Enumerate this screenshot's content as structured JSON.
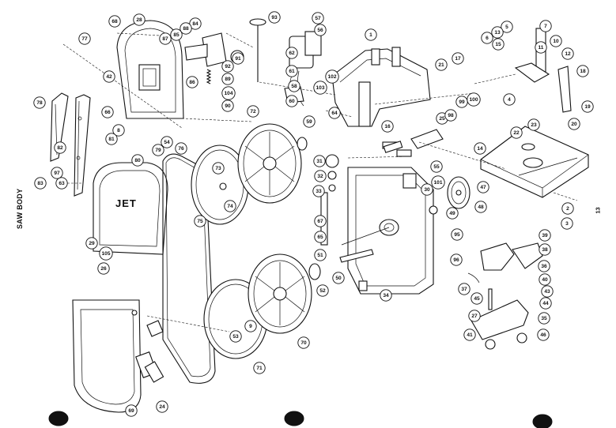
{
  "section_title": "SAW BODY",
  "page_number": "13",
  "brand_mark": "JET",
  "callouts": [
    "1",
    "2",
    "3",
    "4",
    "5",
    "6",
    "7",
    "8",
    "9",
    "10",
    "11",
    "12",
    "13",
    "14",
    "15",
    "16",
    "17",
    "18",
    "19",
    "20",
    "21",
    "22",
    "23",
    "24",
    "25",
    "26",
    "27",
    "28",
    "29",
    "30",
    "31",
    "32",
    "33",
    "34",
    "35",
    "36",
    "37",
    "38",
    "39",
    "40",
    "41",
    "42",
    "43",
    "44",
    "45",
    "46",
    "47",
    "48",
    "49",
    "50",
    "51",
    "52",
    "53",
    "54",
    "55",
    "56",
    "57",
    "58",
    "59",
    "60",
    "61",
    "62",
    "63",
    "64",
    "65",
    "66",
    "67",
    "68",
    "69",
    "70",
    "71",
    "72",
    "73",
    "74",
    "75",
    "76",
    "77",
    "78",
    "79",
    "80",
    "81",
    "82",
    "83",
    "84",
    "85",
    "86",
    "87",
    "88",
    "89",
    "90",
    "91",
    "92",
    "93",
    "95",
    "96",
    "97",
    "98",
    "99",
    "100",
    "101",
    "102",
    "103",
    "104",
    "105"
  ]
}
